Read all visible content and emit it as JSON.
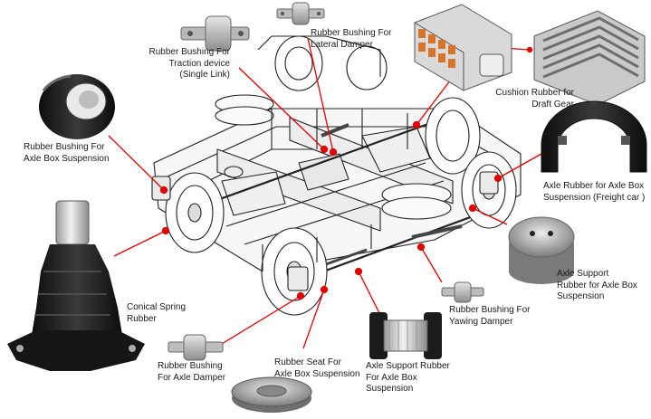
{
  "diagram": {
    "leader_color": "#e00000",
    "labels": {
      "traction": "Rubber Bushing For\nTraction device\n(Single Link)",
      "lateral": "Rubber Bushing For\nLateral Damper",
      "cushion": "Cushion Rubber for\nDraft Gear",
      "axlebox_susp": "Rubber Bushing For\nAxle Box Suspension",
      "freight": "Axle Rubber for Axle Box\nSuspension (Freight car )",
      "axle_support_right": "Axle Support\nRubber for Axle Box\nSuspension",
      "conical": "Conical Spring\nRubber",
      "yawing": "Rubber Bushing For\nYawing Damper",
      "axle_damper": "Rubber Bushing\nFor Axle Damper",
      "seat": "Rubber Seat For\nAxle Box Suspension",
      "axle_support_bottom": "Axle Support Rubber\nFor Axle Box\nSuspension"
    },
    "icons": [
      "bogie-frame-illustration",
      "traction-bushing-icon",
      "lateral-bushing-icon",
      "draft-gear-cushion-icon",
      "axlebox-bushing-icon",
      "freight-axle-rubber-icon",
      "axle-support-rubber-icon",
      "conical-spring-icon",
      "yaw-bushing-icon",
      "axle-damper-bushing-icon",
      "rubber-seat-icon",
      "axle-support-roller-icon"
    ]
  }
}
